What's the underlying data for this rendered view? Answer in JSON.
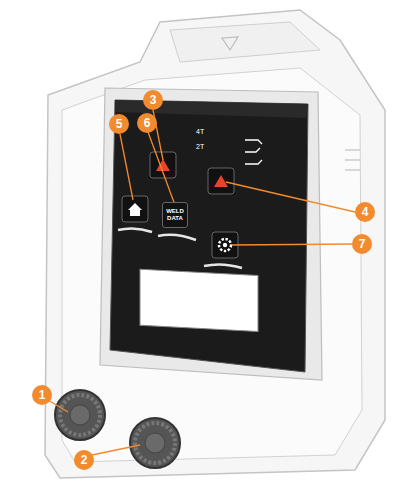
{
  "diagram": {
    "nodes": [
      {
        "text": [
          "WELD DATA"
        ]
      }
    ],
    "labels": [
      "3",
      "4T",
      "2T",
      "6",
      "5",
      "4",
      "7",
      "1",
      "2"
    ]
  }
}
